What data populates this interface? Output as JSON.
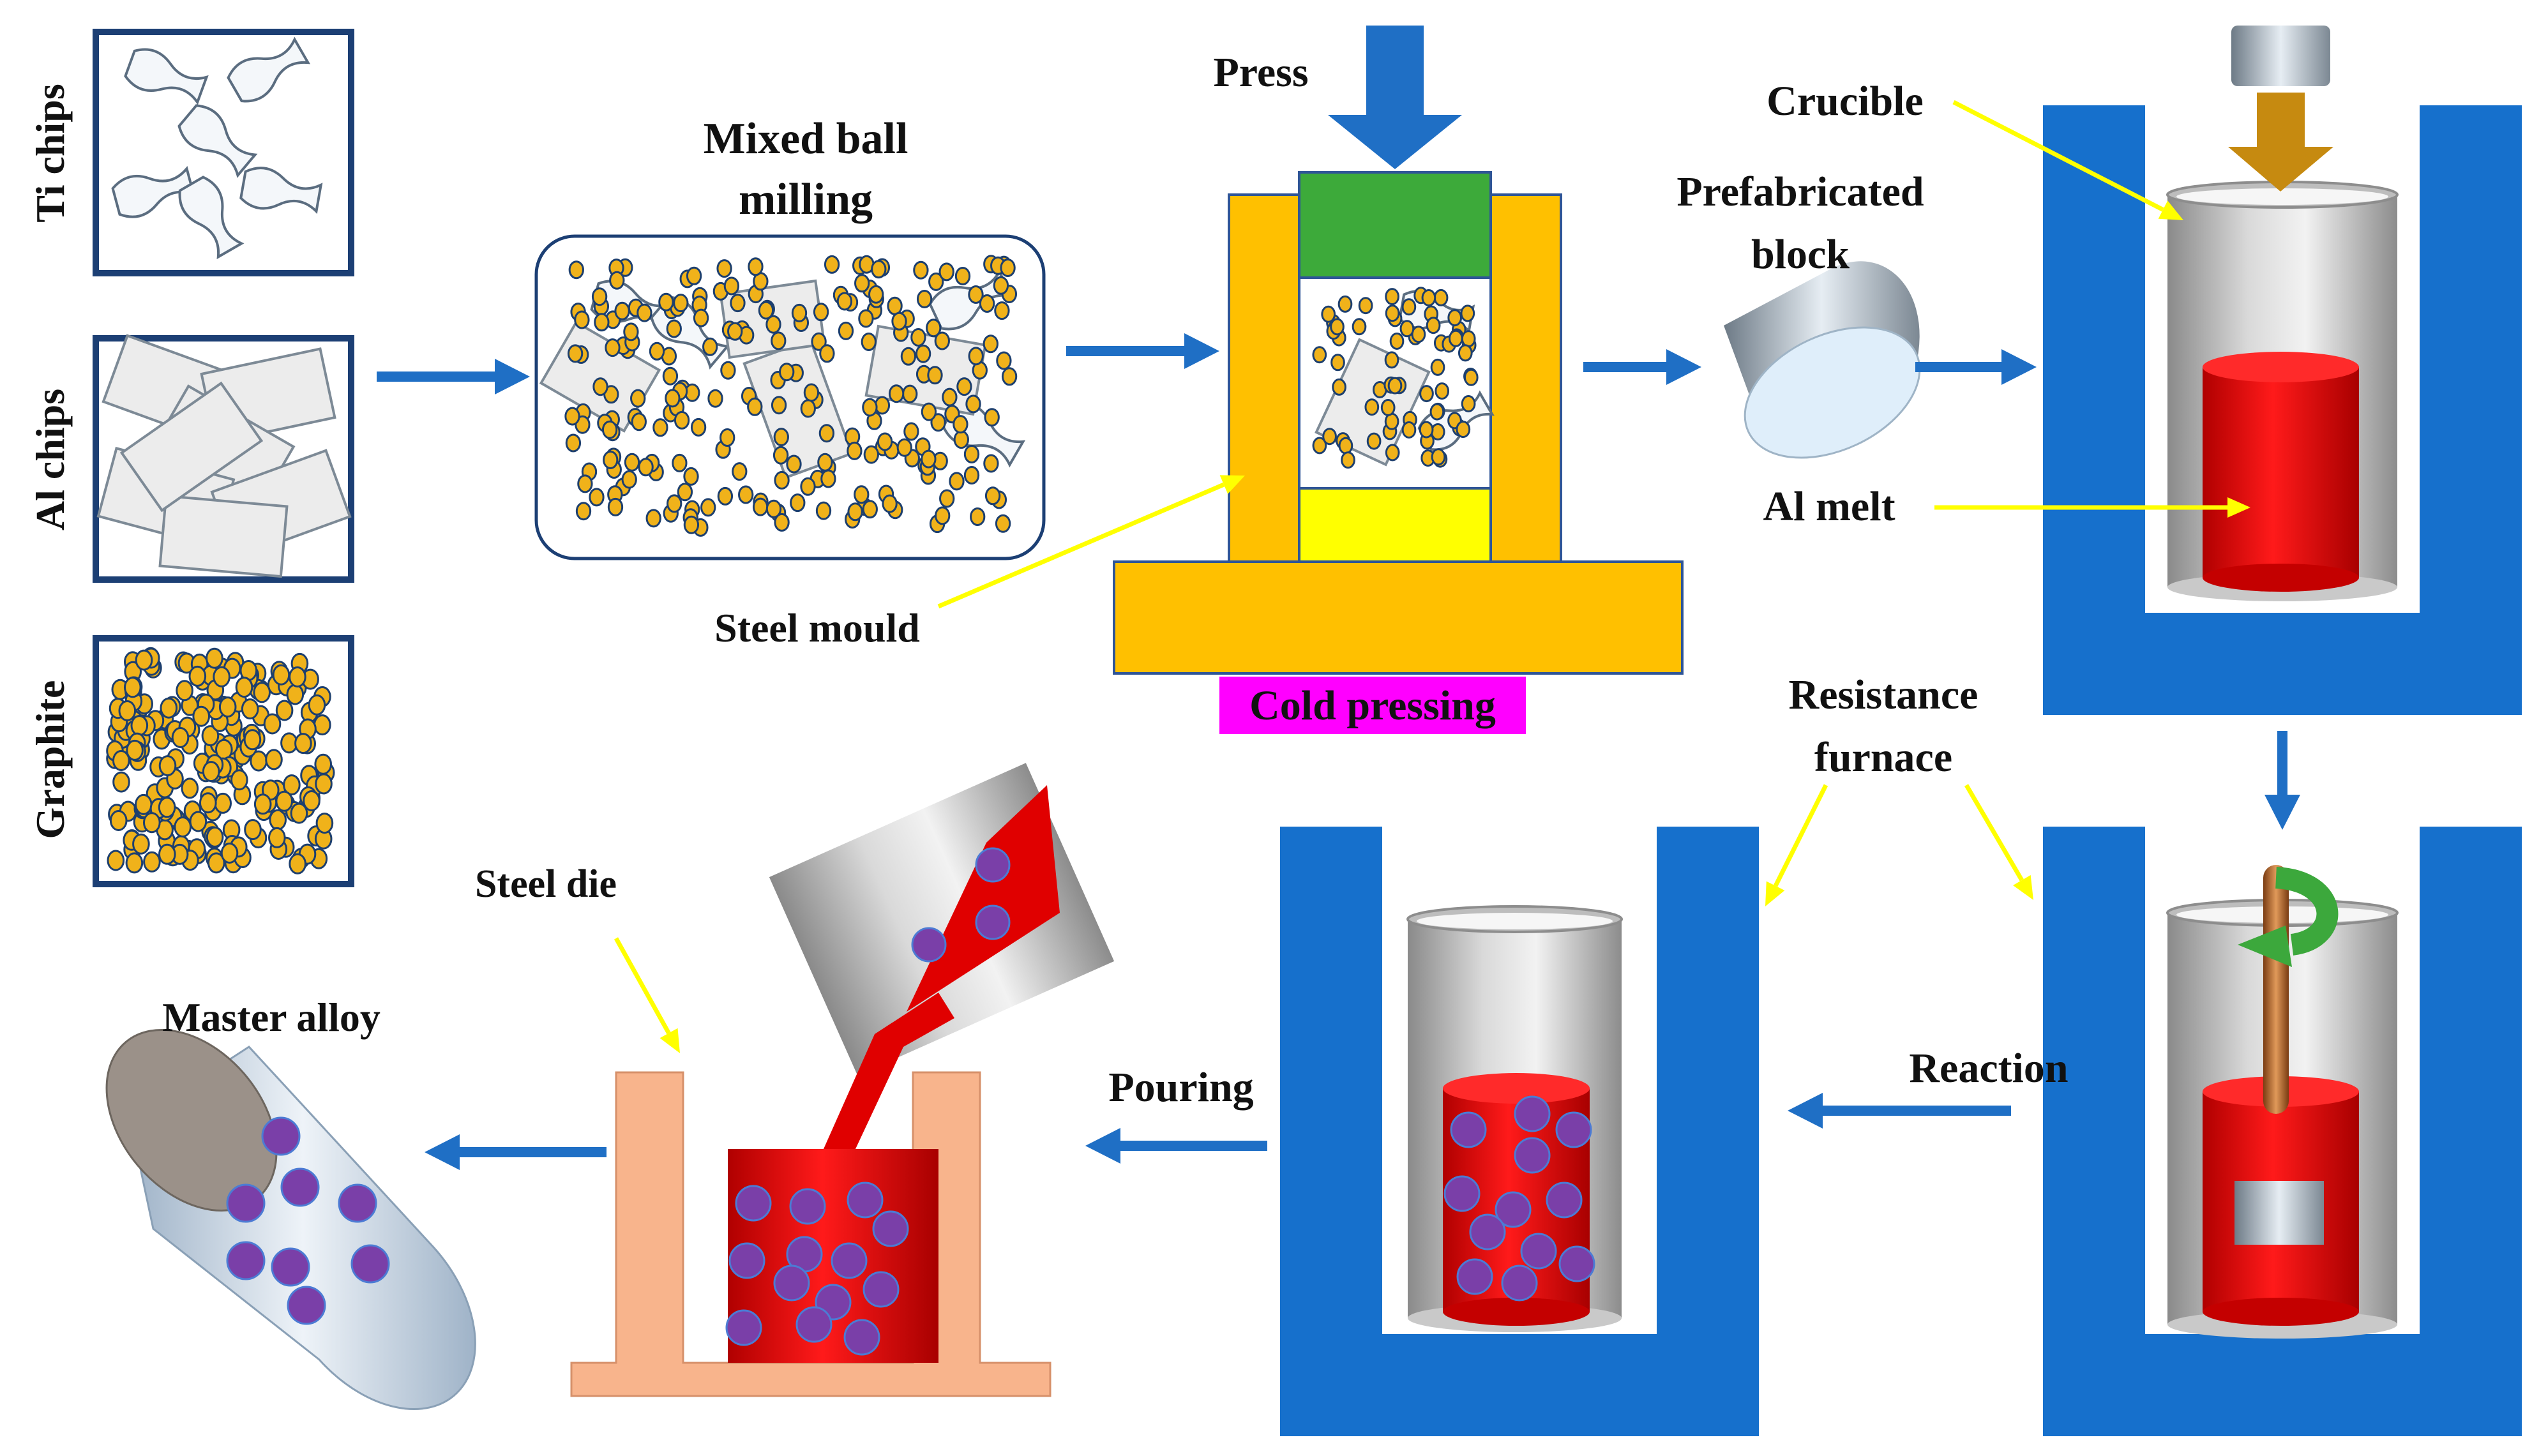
{
  "colors": {
    "arrow": "#1F6FC5",
    "furnace": "#1670CC",
    "mould": "#FFC000",
    "pressTop": "#3DAA3A",
    "pressBottom": "#FFFF00",
    "melt": "#E00000",
    "particle": "#7A3FA8",
    "graphite": "#F0B21A",
    "die": "#F8B48C",
    "callout": "#FFFF00",
    "highlight": "#FF00FF",
    "stirArrow": "#3CA83C",
    "rod": "#B8662B",
    "pressPunch": "#C68A10"
  },
  "labels": {
    "ti_chips": "Ti chips",
    "al_chips": "Al chips",
    "graphite": "Graphite",
    "mixed_line1": "Mixed ball",
    "mixed_line2": "milling",
    "press": "Press",
    "steel_mould": "Steel mould",
    "cold_pressing": "Cold pressing",
    "prefab_line1": "Prefabricated",
    "prefab_line2": "block",
    "crucible": "Crucible",
    "al_melt": "Al melt",
    "resistance_line1": "Resistance",
    "resistance_line2": "furnace",
    "reaction": "Reaction",
    "pouring": "Pouring",
    "steel_die": "Steel die",
    "master_alloy": "Master alloy"
  }
}
